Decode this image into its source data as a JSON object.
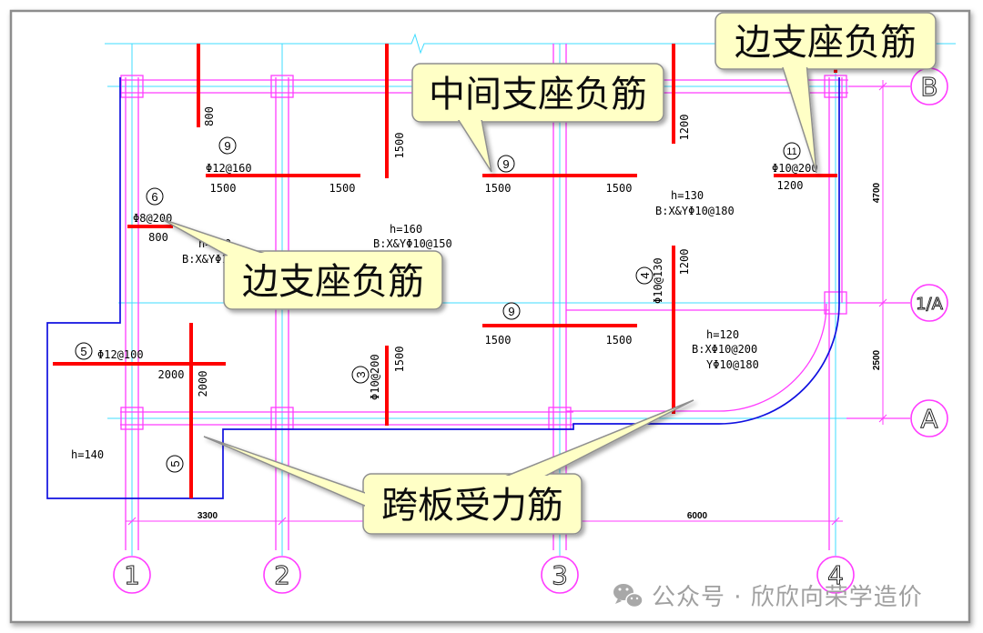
{
  "grid_axes": {
    "columns": {
      "c1": "1",
      "c2": "2",
      "c3": "3",
      "c4": "4"
    },
    "rows": {
      "b": "B",
      "one_a": "1/A",
      "a": "A"
    }
  },
  "dimensions": {
    "span_1_2": "3300",
    "span_3_4": "6000",
    "span_b_1a": "4700",
    "span_1a_a": "2500"
  },
  "bar_marks": {
    "m01": "9",
    "m02": "6",
    "m03": "9",
    "m04": "11",
    "m05": "9",
    "m06": "5",
    "m07": "3",
    "m08": "4",
    "m09": "5"
  },
  "bar_lengths": {
    "l01": "800",
    "l02": "1500",
    "l03": "1200",
    "l04": "1500",
    "l05": "1500",
    "l06": "1500",
    "l07": "1500",
    "l08": "1200",
    "l09": "800",
    "l10": "1200",
    "l11": "1500",
    "l12": "1500",
    "l13": "2000",
    "l14": "2000",
    "l15": "1500"
  },
  "bar_specs": {
    "s01": "Φ12@160",
    "s02": "Φ8@200",
    "s03": "Φ10@200",
    "s04": "Φ12@100",
    "s05": "Φ10@200",
    "s06": "Φ10@130"
  },
  "slab_notes": {
    "n01": {
      "thickness": "h=130",
      "bottom": "B:X&YΦ10@180"
    },
    "n02": {
      "thickness": "h=160",
      "bottom": "B:X&YΦ10@150"
    },
    "n03": {
      "thickness": "h=120",
      "bottom": "B:X&YΦ10@200"
    },
    "n04": {
      "thickness": "h=120",
      "bottom_x": "B:XΦ10@200",
      "bottom_y": "YΦ10@180"
    },
    "n05": {
      "thickness": "h=140"
    }
  },
  "callouts": {
    "edge_support_top": "边支座负筋",
    "middle_support": "中间支座负筋",
    "edge_support_left": "边支座负筋",
    "cross_span": "跨板受力筋"
  },
  "watermark": {
    "text": "公众号 · 欣欣向荣学造价",
    "icon": "wechat-icon"
  },
  "colors": {
    "rebar": "#ff0000",
    "beam": "#ff3cff",
    "axis": "#3fdcff",
    "slab_outline": "#1010e0",
    "callout_fill": "#ffffc6",
    "callout_stroke": "#8f8f8f",
    "watermark": "#a0a0a0"
  }
}
